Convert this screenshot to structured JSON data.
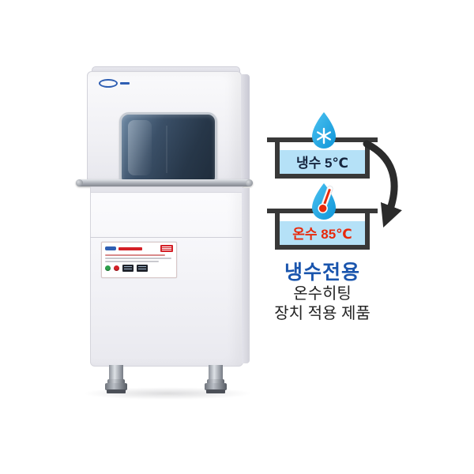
{
  "infographic": {
    "cold_tank": {
      "label": "냉수 5℃",
      "label_color": "#16253e",
      "icon": "water-drop-snowflake-icon"
    },
    "hot_tank": {
      "label": "온수 85℃",
      "label_color": "#e8290b",
      "icon": "water-drop-thermometer-icon"
    },
    "arrow": {
      "icon": "curved-down-arrow-icon",
      "color": "#2b2b2b"
    },
    "caption": {
      "title": "냉수전용",
      "title_color": "#1a55ad",
      "line1": "온수히팅",
      "line2": "장치 적용 제품",
      "text_color": "#222222"
    },
    "colors": {
      "tank_outline": "#383838",
      "water_fill": "#b5e1f7",
      "drop_blue": "#29abe2"
    }
  }
}
